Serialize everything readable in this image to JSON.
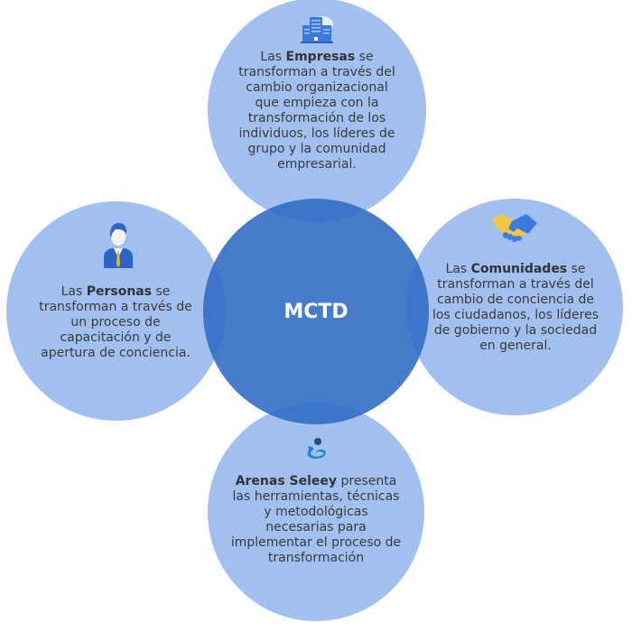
{
  "center": {
    "label": "MCTD"
  },
  "empresas": {
    "pre": "Las ",
    "bold": "Empresas",
    "post": " se transforman a través del cambio organizacional que empieza con la transformación de los individuos, los líderes de grupo y la comunidad empresarial."
  },
  "personas": {
    "pre": "Las ",
    "bold": "Personas",
    "post": " se transforman a través de un proceso de capacitación y de apertura de conciencia."
  },
  "comunidades": {
    "pre": "Las ",
    "bold": "Comunidades",
    "post": " se transforman a través del cambio de conciencia de los ciudadanos, los líderes de gobierno y la sociedad en general."
  },
  "arenas": {
    "bold": "Arenas Seleey",
    "post": " presenta las herramientas, técnicas y metodológicas necesarias para implementar el proceso de transformación"
  },
  "colors": {
    "outer": "#9dbcee",
    "center": "#3570c8",
    "text": "#3a3a3a"
  }
}
